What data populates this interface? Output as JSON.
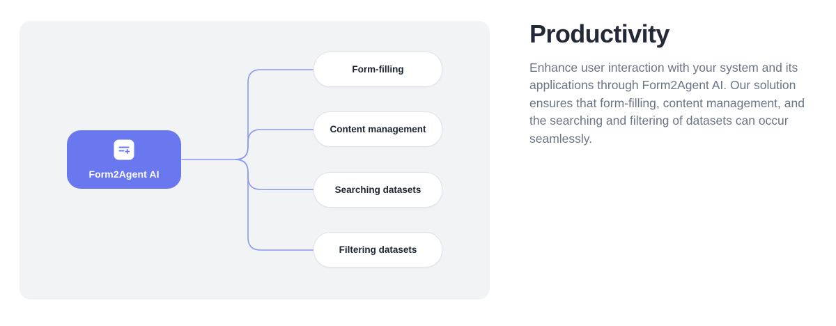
{
  "diagram": {
    "root": {
      "label": "Form2Agent AI",
      "icon": "form-add-icon"
    },
    "nodes": [
      {
        "label": "Form-filling"
      },
      {
        "label": "Content management"
      },
      {
        "label": "Searching datasets"
      },
      {
        "label": "Filtering datasets"
      }
    ]
  },
  "content": {
    "title": "Productivity",
    "body": "Enhance user interaction with your system and its applications through Form2Agent AI. Our solution ensures that form-filling, content management, and the searching and filtering of datasets can occur seamlessly."
  },
  "colors": {
    "accent": "#6a78ef",
    "connector": "#8a97ef",
    "panel-bg": "#f2f3f5",
    "box-border": "#dfe2e8",
    "heading": "#232937",
    "body-text": "#697585",
    "leaf-text": "#1b2430"
  }
}
